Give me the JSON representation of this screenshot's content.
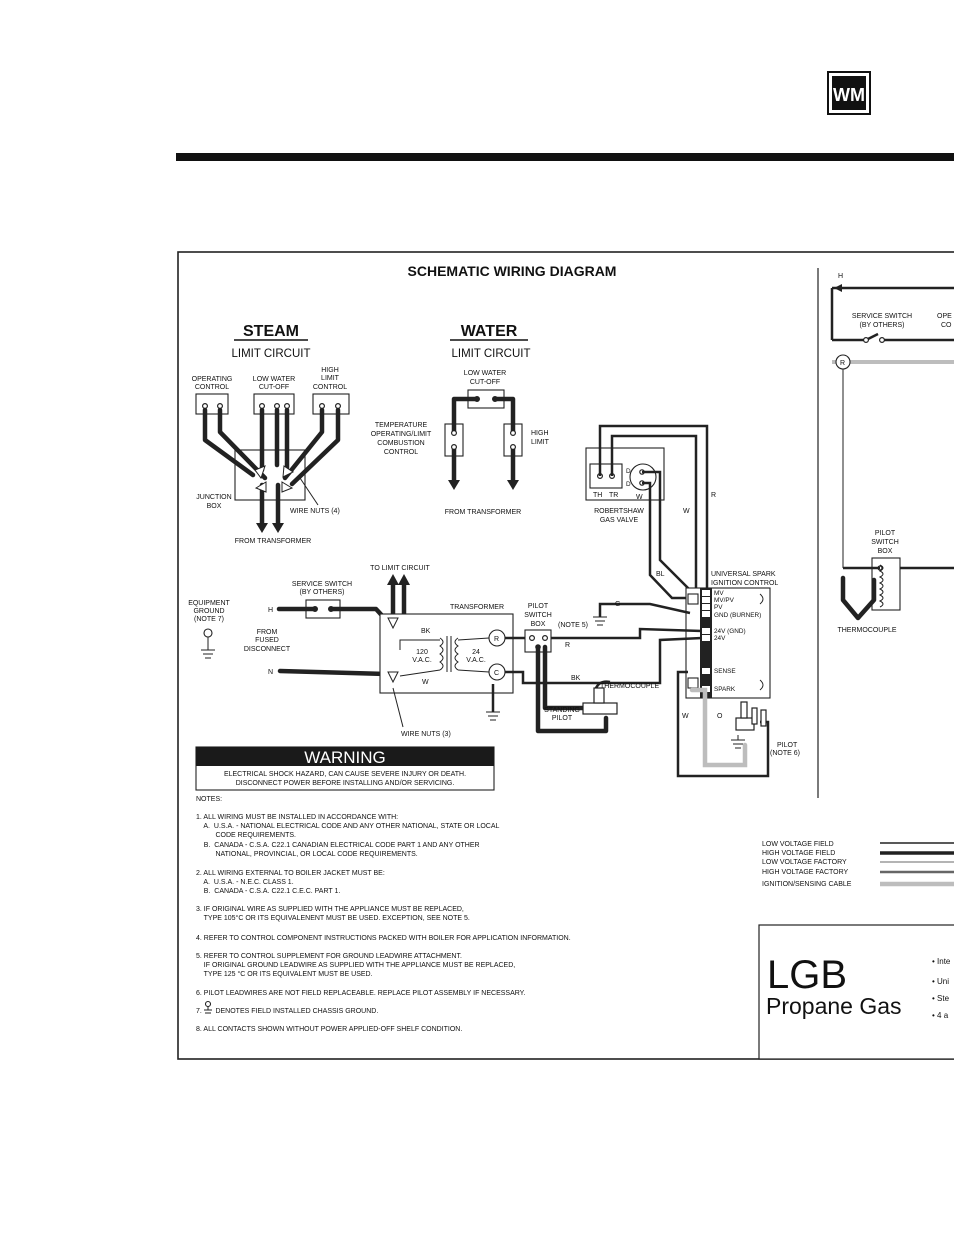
{
  "logo": {
    "letters": "WM"
  },
  "diagram": {
    "title": "SCHEMATIC WIRING DIAGRAM",
    "steam": {
      "heading": "STEAM",
      "subheading": "LIMIT CIRCUIT",
      "operating_control": [
        "OPERATING",
        "CONTROL"
      ],
      "low_water_cutoff": [
        "LOW WATER",
        "CUT-OFF"
      ],
      "high_limit_control": [
        "HIGH",
        "LIMIT",
        "CONTROL"
      ],
      "junction_box": [
        "JUNCTION",
        "BOX"
      ],
      "wire_nuts": "WIRE NUTS (4)",
      "from_transformer": "FROM TRANSFORMER"
    },
    "water": {
      "heading": "WATER",
      "subheading": "LIMIT CIRCUIT",
      "low_water_cutoff": [
        "LOW WATER",
        "CUT-OFF"
      ],
      "temp_control": [
        "TEMPERATURE",
        "OPERATING/LIMIT",
        "COMBUSTION",
        "CONTROL"
      ],
      "high_limit": [
        "HIGH",
        "LIMIT"
      ],
      "from_transformer": "FROM TRANSFORMER"
    },
    "gas_valve": {
      "label": [
        "ROBERTSHAW",
        "GAS VALVE"
      ],
      "th": "TH",
      "tr": "TR",
      "w": "W",
      "d": "D"
    },
    "ignition_control": {
      "label": [
        "UNIVERSAL SPARK",
        "IGNITION CONTROL"
      ],
      "terminals": [
        "MV",
        "MV/PV",
        "PV",
        "GND (BURNER)",
        "24V (GND)",
        "24V",
        "SENSE",
        "SPARK"
      ]
    },
    "wire_letters": {
      "w": "W",
      "r": "R",
      "bl": "BL",
      "g": "G",
      "bk": "BK",
      "o": "O",
      "h": "H",
      "n": "N"
    },
    "to_limit_circuit": "TO LIMIT CIRCUIT",
    "service_switch": [
      "SERVICE SWITCH",
      "(BY OTHERS)"
    ],
    "equipment_ground": [
      "EQUIPMENT",
      "GROUND",
      "(NOTE 7)"
    ],
    "from_fused": [
      "FROM",
      "FUSED",
      "DISCONNECT"
    ],
    "transformer": {
      "label": "TRANSFORMER",
      "primary": [
        "120",
        "V.A.C."
      ],
      "secondary": [
        "24",
        "V.A.C."
      ],
      "r": "R",
      "c": "C"
    },
    "pilot_switch_box": [
      "PILOT",
      "SWITCH",
      "BOX"
    ],
    "note5": "(NOTE 5)",
    "thermocouple": "THERMOCOUPLE",
    "standing_pilot": [
      "STANDING",
      "PILOT"
    ],
    "wire_nuts3": "WIRE NUTS (3)",
    "pilot_note": [
      "PILOT",
      "(NOTE 6)"
    ],
    "warning": {
      "title": "WARNING",
      "lines": [
        "ELECTRICAL SHOCK HAZARD, CAN CAUSE SEVERE INJURY OR DEATH.",
        "DISCONNECT POWER BEFORE INSTALLING AND/OR SERVICING."
      ]
    },
    "notes_heading": "NOTES:",
    "notes": [
      {
        "lines": [
          "1. ALL WIRING MUST BE INSTALLED IN ACCORDANCE WITH:",
          "    A.  U.S.A. - NATIONAL ELECTRICAL CODE AND ANY OTHER NATIONAL, STATE OR LOCAL",
          "          CODE REQUIREMENTS.",
          "    B.  CANADA - C.S.A. C22.1 CANADIAN ELECTRICAL CODE PART 1 AND ANY OTHER",
          "          NATIONAL, PROVINCIAL, OR LOCAL CODE REQUIREMENTS."
        ]
      },
      {
        "lines": [
          "2. ALL WIRING EXTERNAL TO BOILER JACKET MUST BE:",
          "    A.  U.S.A. - N.E.C. CLASS 1.",
          "    B.  CANADA - C.S.A. C22.1 C.E.C. PART 1."
        ]
      },
      {
        "lines": [
          "3. IF ORIGINAL WIRE AS SUPPLIED WITH THE APPLIANCE MUST BE REPLACED,",
          "    TYPE 105°C OR ITS EQUIVALENENT MUST BE USED. EXCEPTION, SEE NOTE 5."
        ]
      },
      {
        "lines": [
          "4. REFER TO CONTROL COMPONENT INSTRUCTIONS PACKED WITH BOILER FOR APPLICATION INFORMATION."
        ]
      },
      {
        "lines": [
          "5. REFER TO CONTROL SUPPLEMENT FOR GROUND LEADWIRE ATTACHMENT.",
          "    IF ORIGINAL GROUND LEADWIRE AS SUPPLIED WITH THE APPLIANCE MUST BE REPLACED,",
          "    TYPE 125 °C OR ITS EQUIVALENT MUST BE USED."
        ]
      },
      {
        "lines": [
          "6. PILOT LEADWIRES ARE NOT FIELD REPLACEABLE. REPLACE PILOT ASSEMBLY IF NECESSARY."
        ]
      },
      {
        "lines": [
          "7.       DENOTES FIELD INSTALLED CHASSIS GROUND."
        ]
      },
      {
        "lines": [
          "8. ALL CONTACTS SHOWN WITHOUT POWER APPLIED-OFF SHELF CONDITION."
        ]
      }
    ],
    "right_panel": {
      "h": "H",
      "service_switch": [
        "SERVICE SWITCH",
        "(BY OTHERS)"
      ],
      "ope": [
        "OPE",
        "CO"
      ],
      "r": "R",
      "pilot_switch_box": [
        "PILOT",
        "SWITCH",
        "BOX"
      ],
      "thermocouple": "THERMOCOUPLE"
    },
    "legend": [
      {
        "label": "LOW VOLTAGE FIELD",
        "style": "thin"
      },
      {
        "label": "HIGH VOLTAGE FIELD",
        "style": "thick"
      },
      {
        "label": "LOW VOLTAGE FACTORY",
        "style": "thin-light"
      },
      {
        "label": "HIGH VOLTAGE FACTORY",
        "style": "thick-light"
      },
      {
        "label": "IGNITION/SENSING CABLE",
        "style": "grey"
      }
    ],
    "product": {
      "name": "LGB",
      "fuel": "Propane Gas",
      "bullets": [
        "• Inte",
        "• Uni",
        "• Ste",
        "• 4 a"
      ]
    }
  }
}
